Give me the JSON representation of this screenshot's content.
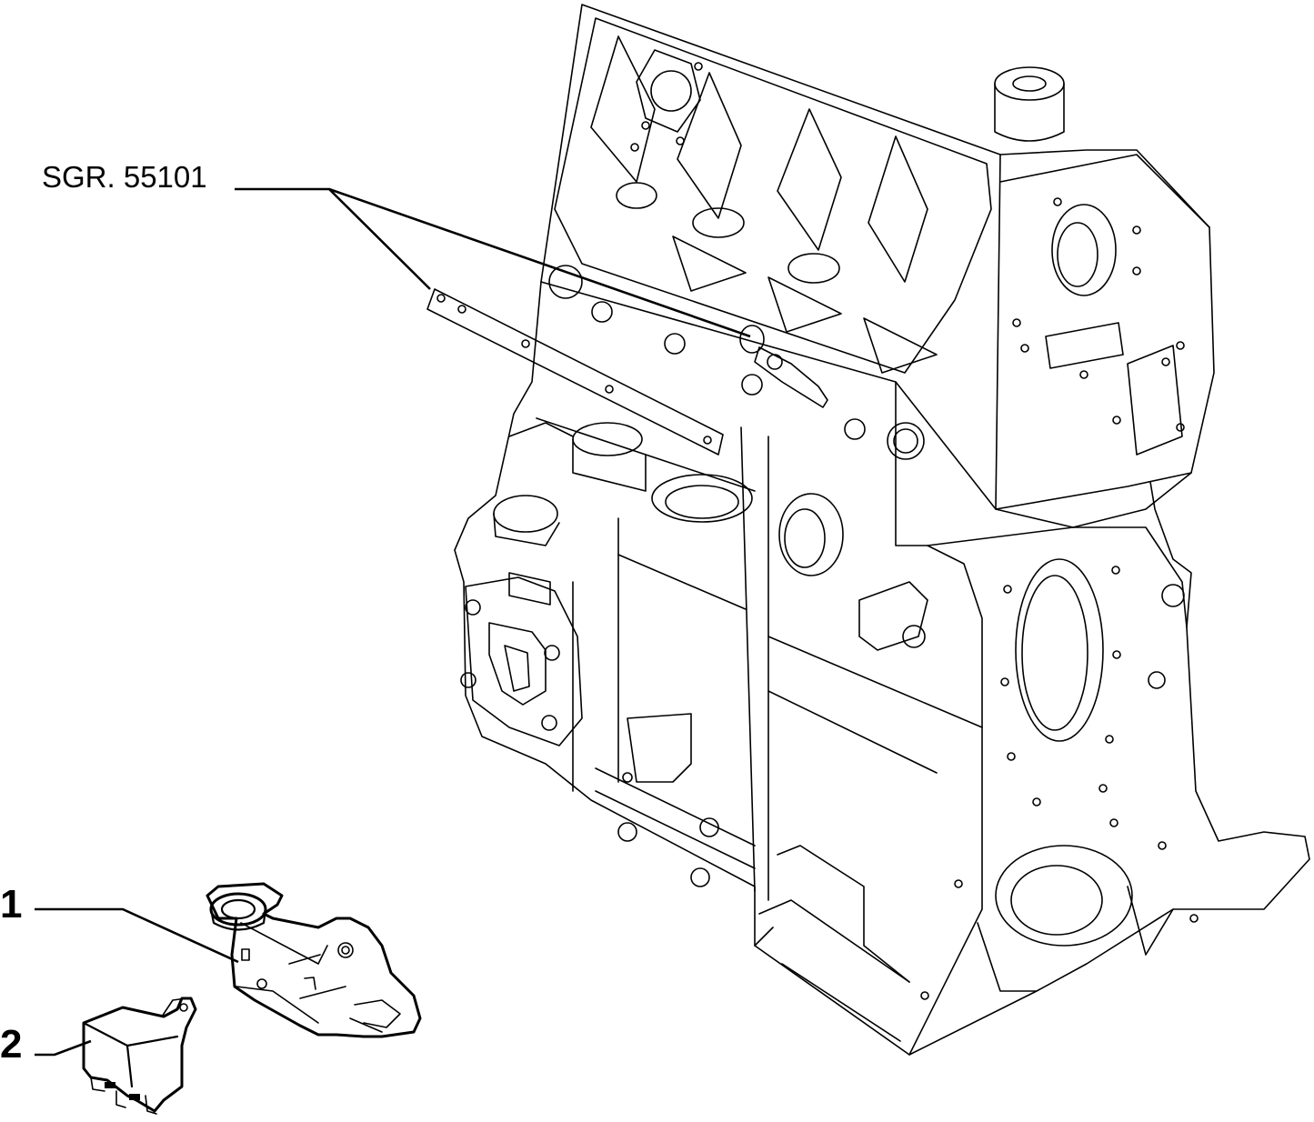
{
  "callouts": {
    "group_reference": "SGR. 55101",
    "part_1": "1",
    "part_2": "2"
  },
  "colors": {
    "line": "#000000",
    "background": "#ffffff"
  }
}
